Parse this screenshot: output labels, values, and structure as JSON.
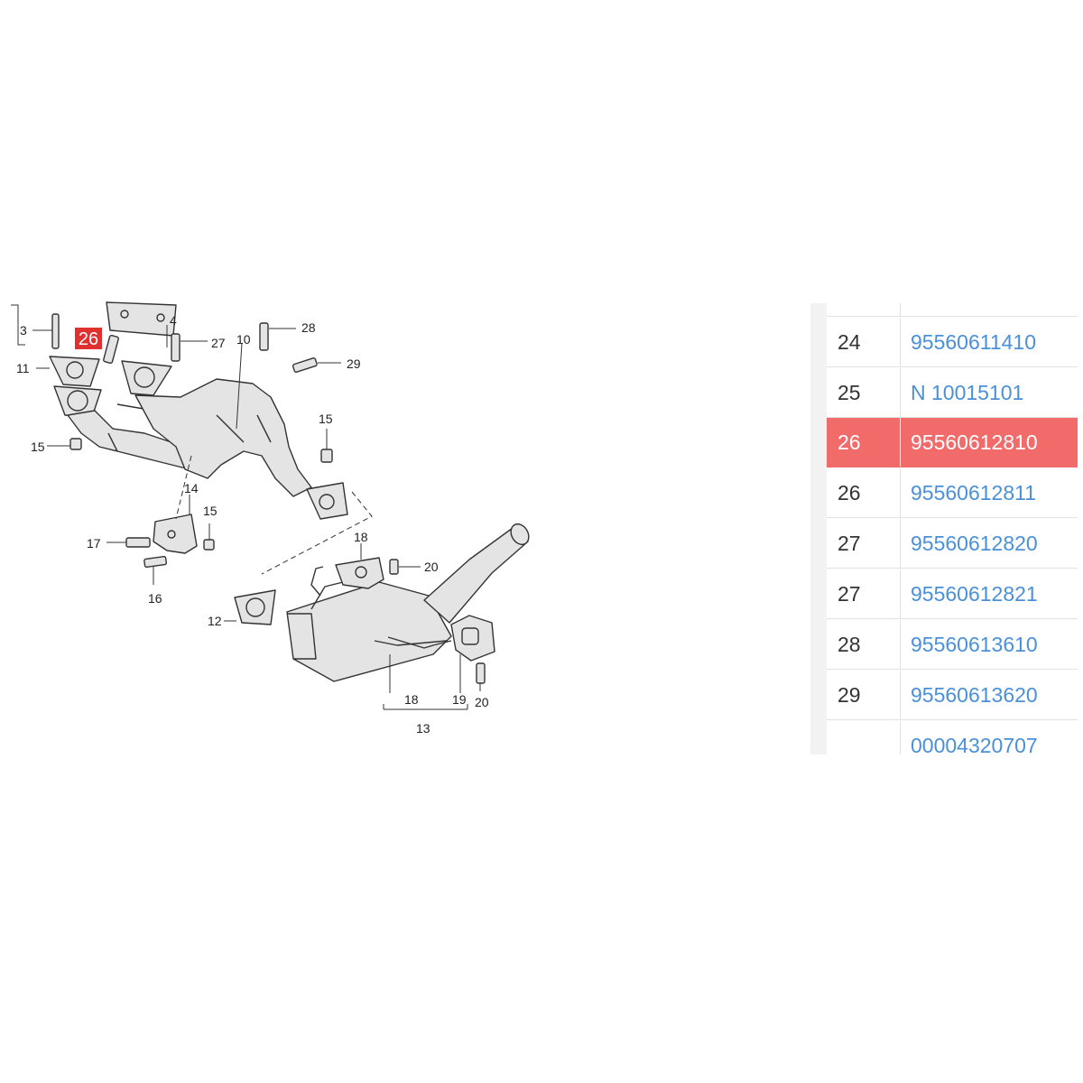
{
  "diagram": {
    "highlight_callout": "26",
    "callouts": [
      "3",
      "4",
      "10",
      "11",
      "12",
      "13",
      "14",
      "15",
      "15",
      "15",
      "16",
      "17",
      "18",
      "18",
      "19",
      "20",
      "20",
      "27",
      "28",
      "29"
    ],
    "highlight_color": "#e03030"
  },
  "parts_table": {
    "selected_color": "#f26b6b",
    "link_color": "#4a90d9",
    "rows": [
      {
        "pos": "",
        "part_no": ""
      },
      {
        "pos": "24",
        "part_no": "95560611410"
      },
      {
        "pos": "25",
        "part_no": "N 10015101"
      },
      {
        "pos": "26",
        "part_no": "95560612810",
        "selected": true
      },
      {
        "pos": "26",
        "part_no": "95560612811"
      },
      {
        "pos": "27",
        "part_no": "95560612820"
      },
      {
        "pos": "27",
        "part_no": "95560612821"
      },
      {
        "pos": "28",
        "part_no": "95560613610"
      },
      {
        "pos": "29",
        "part_no": "95560613620"
      },
      {
        "pos": "",
        "part_no": "00004320707"
      }
    ]
  }
}
